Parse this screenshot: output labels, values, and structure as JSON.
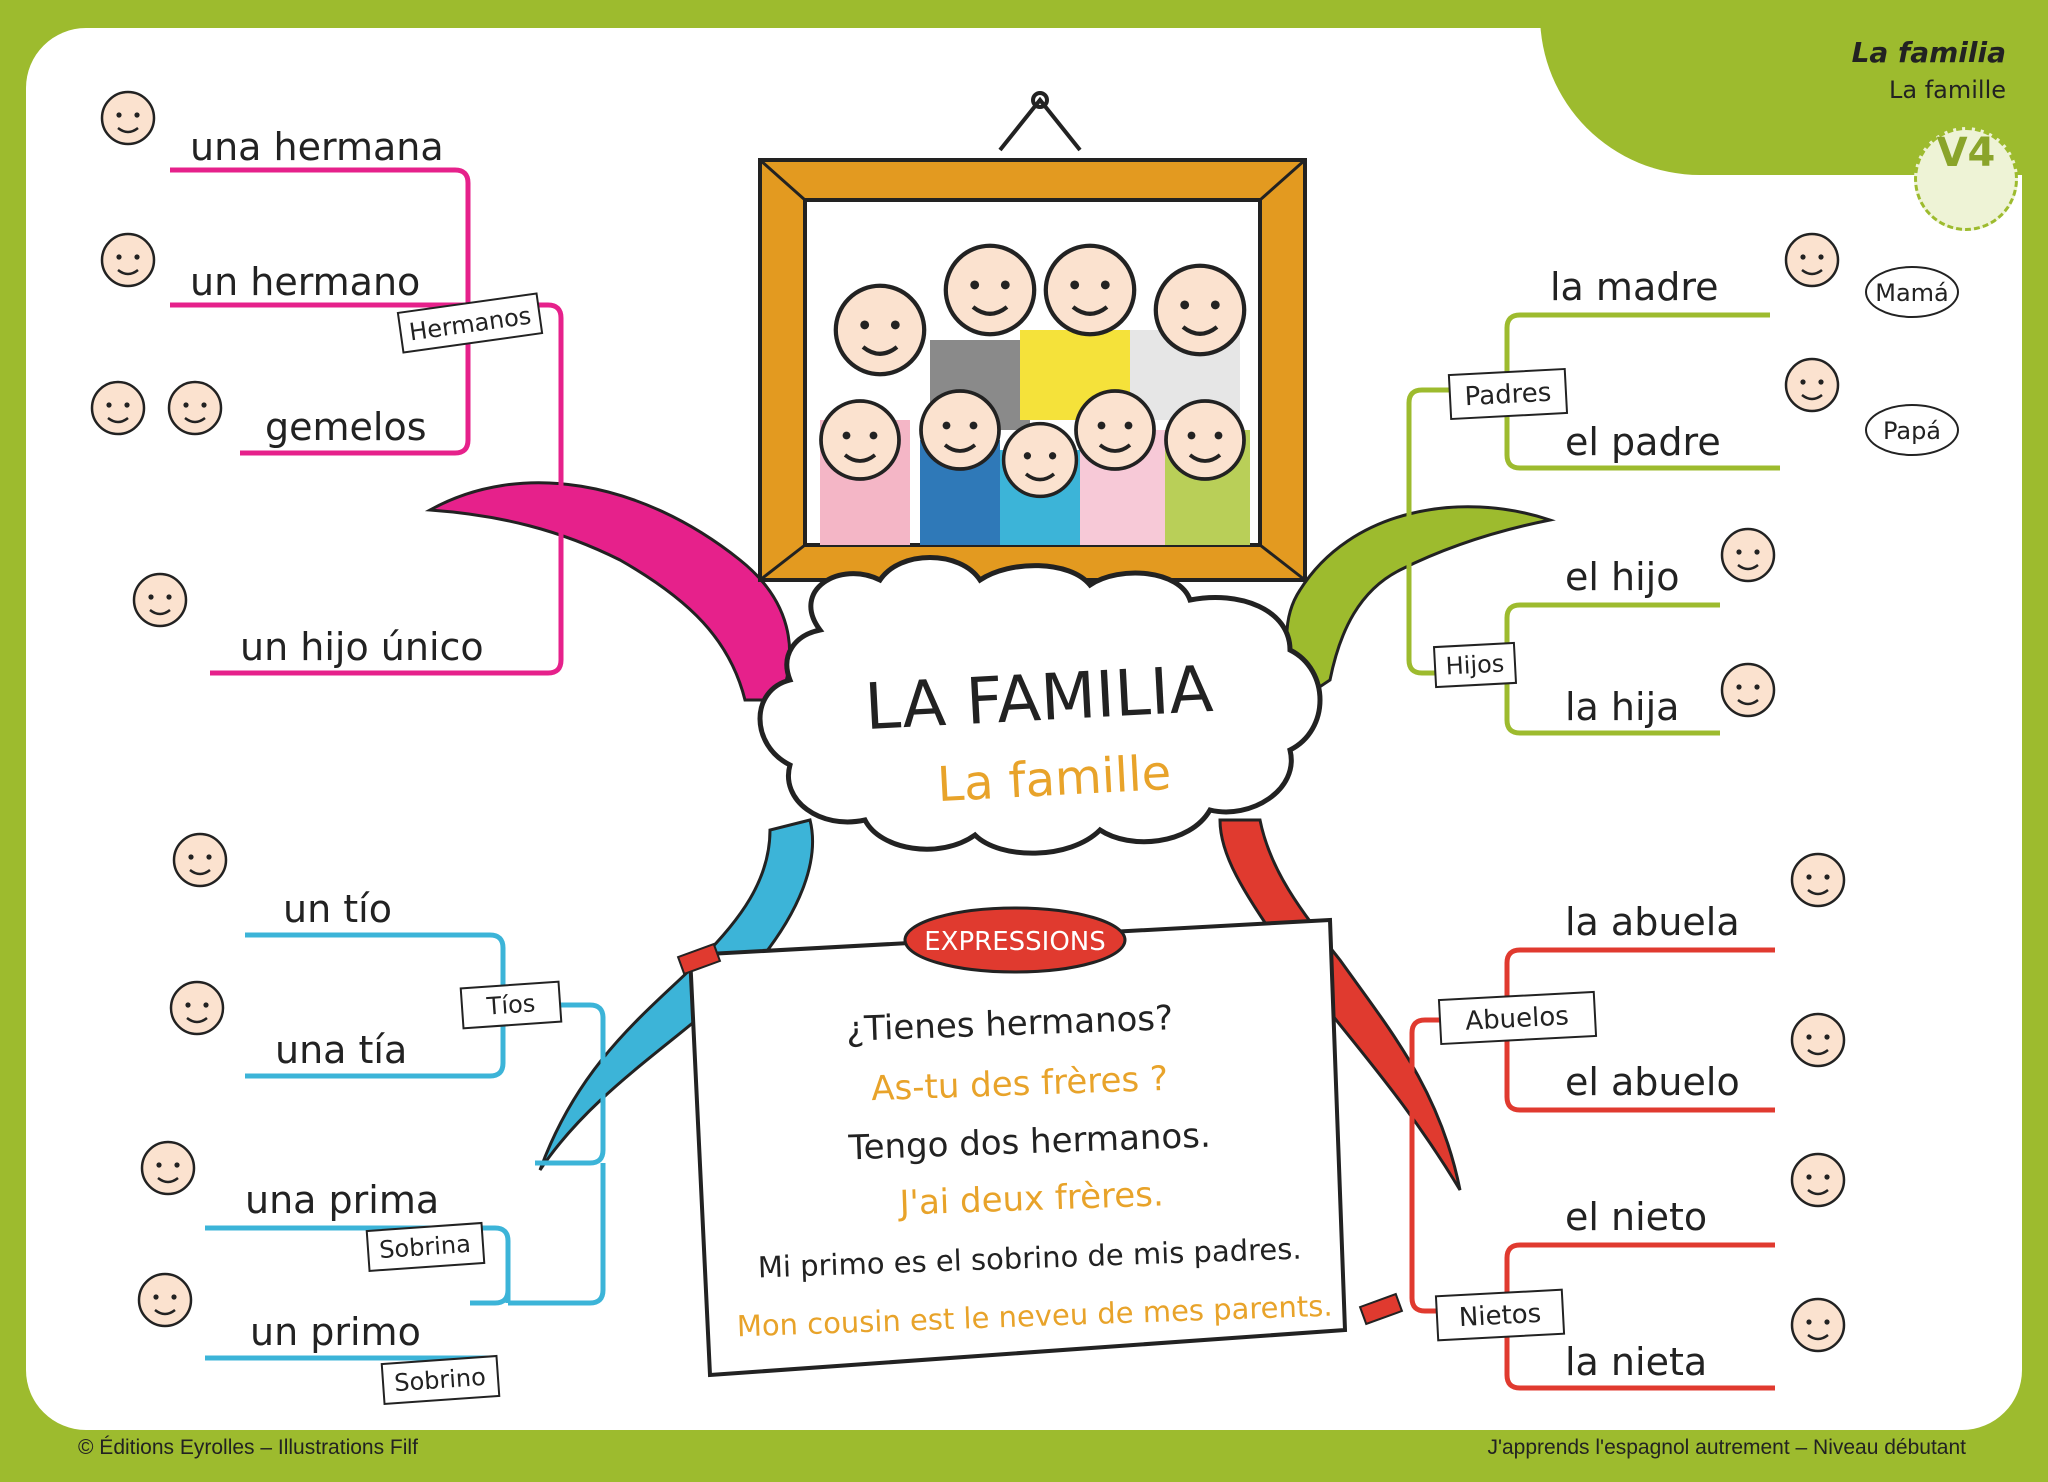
{
  "header": {
    "title": "La familia",
    "subtitle": "La famille",
    "badge": "V4"
  },
  "footer": {
    "left": "© Éditions Eyrolles – Illustrations Filf",
    "right": "J'apprends l'espagnol autrement – Niveau débutant"
  },
  "center": {
    "title": "LA FAMILIA",
    "subtitle": "La famille"
  },
  "branches": {
    "hermanos": {
      "label": "Hermanos",
      "color": "#e6218b",
      "words": [
        "una hermana",
        "un hermano",
        "gemelos",
        "un hijo único"
      ]
    },
    "padres": {
      "label": "Padres",
      "color": "#9dbb2e",
      "words": [
        "la madre",
        "el padre"
      ],
      "bubbles": [
        "Mamá",
        "Papá"
      ]
    },
    "hijos": {
      "label": "Hijos",
      "color": "#9dbb2e",
      "words": [
        "el hijo",
        "la hija"
      ]
    },
    "tios": {
      "label": "Tíos",
      "color": "#3cb4d8",
      "words": [
        "un tío",
        "una tía"
      ]
    },
    "primos": {
      "color": "#3cb4d8",
      "words": [
        "una prima",
        "un primo"
      ],
      "tags": [
        "Sobrina",
        "Sobrino"
      ]
    },
    "abuelos": {
      "label": "Abuelos",
      "color": "#e03a2f",
      "words": [
        "la abuela",
        "el abuelo"
      ]
    },
    "nietos": {
      "label": "Nietos",
      "color": "#e03a2f",
      "words": [
        "el nieto",
        "la nieta"
      ]
    }
  },
  "expressions": {
    "heading": "EXPRESSIONS",
    "lines": [
      "¿Tienes hermanos?",
      "As-tu des frères ?",
      "Tengo dos hermanos.",
      "J'ai deux frères.",
      "Mi primo es el sobrino de mis padres.",
      "Mon cousin est le neveu de mes parents."
    ]
  },
  "colors": {
    "green": "#9dbb2e",
    "pink": "#e6218b",
    "blue": "#3cb4d8",
    "red": "#e03a2f",
    "orange": "#e8a32a",
    "frame": "#e39a20"
  }
}
